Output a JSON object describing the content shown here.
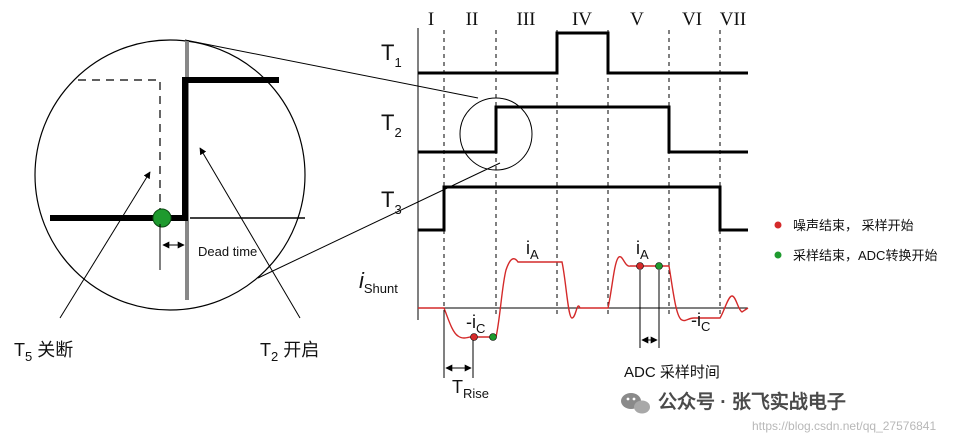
{
  "phases": [
    "I",
    "II",
    "III",
    "IV",
    "V",
    "VI",
    "VII"
  ],
  "signals": {
    "t1": {
      "main": "T",
      "sub": "1"
    },
    "t2": {
      "main": "T",
      "sub": "2"
    },
    "t3": {
      "main": "T",
      "sub": "3"
    },
    "ishunt": {
      "main": "i",
      "sub": "Shunt"
    }
  },
  "current_labels": {
    "ia_1": {
      "main": "i",
      "sub": "A"
    },
    "ia_2": {
      "main": "i",
      "sub": "A"
    },
    "ic_1": {
      "main": "-i",
      "sub": "C"
    },
    "ic_2": {
      "main": "-i",
      "sub": "C"
    }
  },
  "zoom": {
    "dead_time": "Dead time",
    "t5_off": {
      "main": "T",
      "sub": "5",
      "suffix": " 关断"
    },
    "t2_on": {
      "main": "T",
      "sub": "2",
      "suffix": " 开启"
    }
  },
  "trise": {
    "main": "T",
    "sub": "Rise"
  },
  "adc_sample_time": "ADC 采样时间",
  "legend": {
    "red": {
      "text": "噪声结束， 采样开始",
      "color": "#d42a2a"
    },
    "green": {
      "text": "采样结束，ADC转换开始",
      "color": "#1e9a2e"
    }
  },
  "watermark": {
    "text": "公众号 · 张飞实战电子",
    "url": "https://blog.csdn.net/qq_27576841"
  }
}
